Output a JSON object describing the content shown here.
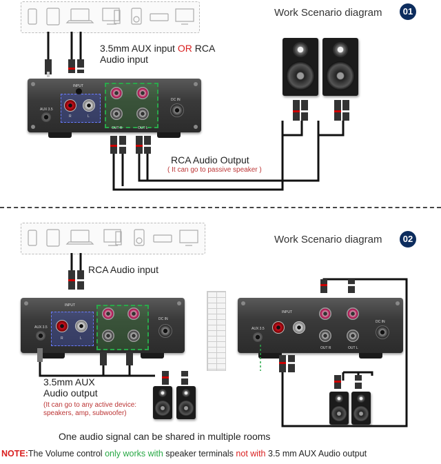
{
  "scenario1": {
    "title": "Work Scenario diagram",
    "number": "01",
    "input_part1": "3.5mm AUX input ",
    "input_or": "OR",
    "input_part2": " RCA",
    "input_line2": "Audio input",
    "output_label": "RCA Audio Output",
    "output_note": "( It can go to passive speaker )"
  },
  "scenario2": {
    "title": "Work Scenario diagram",
    "number": "02",
    "input_label": "RCA Audio input",
    "aux_line1": "3.5mm AUX",
    "aux_line2": "Audio output",
    "aux_note1": "(It can go to any active device:",
    "aux_note2": "speakers, amp, subwoofer)",
    "shared_label": "One audio signal can be shared in multiple rooms"
  },
  "amp_labels": {
    "input": "INPUT",
    "aux": "AUX 3.5",
    "r": "R",
    "l": "L",
    "dc_in": "DC IN",
    "out_r": "OUT R",
    "out_l": "OUT L"
  },
  "note": {
    "prefix": "NOTE:",
    "part1": "The Volume control ",
    "part2": "only works with",
    "part3": " speaker terminals ",
    "part4": "not with",
    "part5": " 3.5 mm AUX Audio output"
  },
  "colors": {
    "badge": "#0d2d5e",
    "note_red": "#d91e1e",
    "note_green": "#27a844",
    "input_box": "#5566dd",
    "output_box": "#2aa84a"
  },
  "device_icons": [
    "phone-icon",
    "tablet-icon",
    "laptop-icon",
    "desktop-icon",
    "ipod-icon",
    "settop-box-icon",
    "tv-icon"
  ]
}
